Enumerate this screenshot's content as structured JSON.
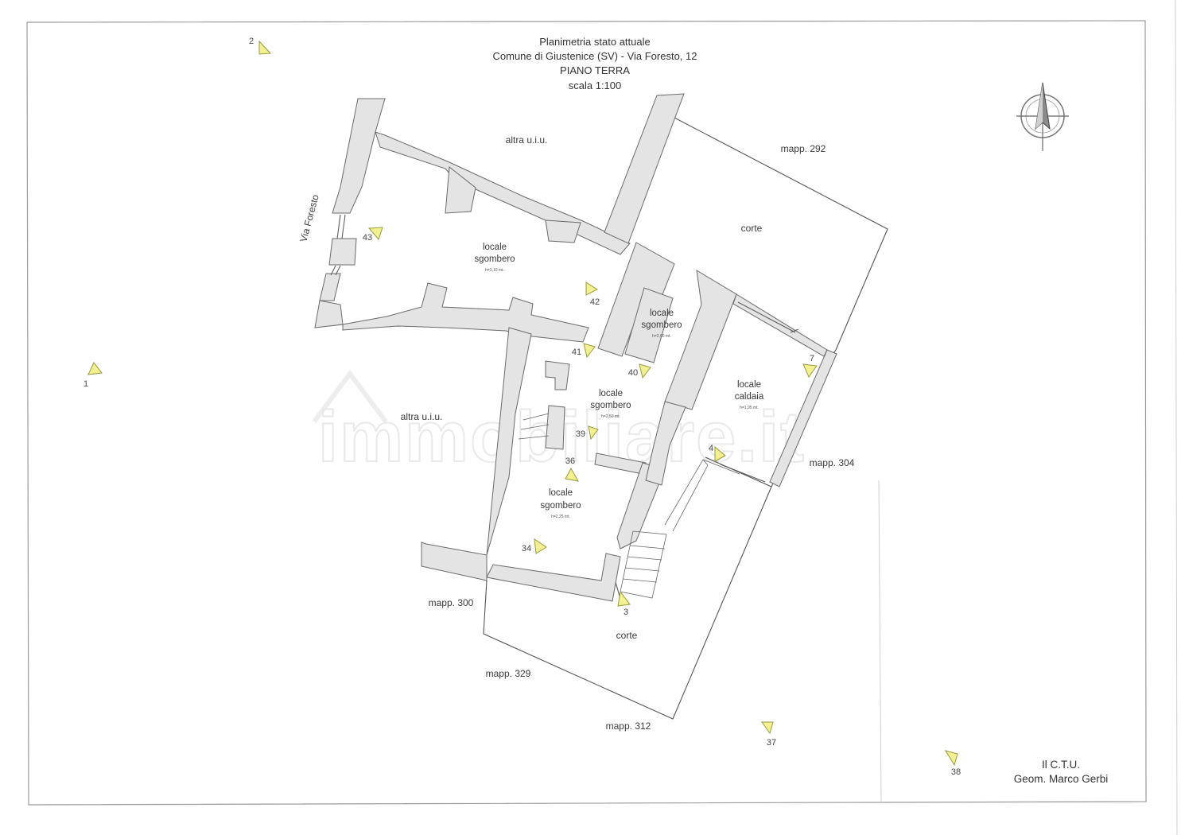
{
  "title": {
    "line1": "Planimetria stato attuale",
    "line2": "Comune di Giustenice (SV) - Via Foresto, 12",
    "line3": "PIANO TERRA",
    "line4": "scala 1:100"
  },
  "street": "Via Foresto",
  "neighbors": {
    "altra_top": "altra u.i.u.",
    "altra_left": "altra u.i.u.",
    "mapp292": "mapp. 292",
    "mapp304": "mapp. 304",
    "mapp300": "mapp. 300",
    "mapp329": "mapp. 329",
    "mapp312": "mapp. 312",
    "corte_top": "corte",
    "corte_bottom": "corte"
  },
  "rooms": [
    {
      "line1": "locale",
      "line2": "sgombero",
      "height": "h=3,10 mt."
    },
    {
      "line1": "locale",
      "line2": "sgombero",
      "height": "h=2,60 mt."
    },
    {
      "line1": "locale",
      "line2": "sgombero",
      "height": "h=2,50 mt."
    },
    {
      "line1": "locale",
      "line2": "caldaia",
      "height": "h=1,95 mt."
    },
    {
      "line1": "locale",
      "line2": "sgombero",
      "height": "h=2,25 mt."
    }
  ],
  "photo_points": [
    "1",
    "2",
    "3",
    "4",
    "7",
    "34",
    "36",
    "37",
    "38",
    "39",
    "40",
    "41",
    "42",
    "43"
  ],
  "signature": {
    "line1": "Il C.T.U.",
    "line2": "Geom. Marco Gerbi"
  },
  "watermark": "immobiliare.it",
  "colors": {
    "wall_fill": "#e4e4e4",
    "wall_stroke": "#666666",
    "marker_fill": "#f2f090",
    "marker_stroke": "#9a9a40"
  },
  "icons": {
    "compass": "north-arrow-compass-icon",
    "photo": "camera-view-triangle-icon"
  }
}
